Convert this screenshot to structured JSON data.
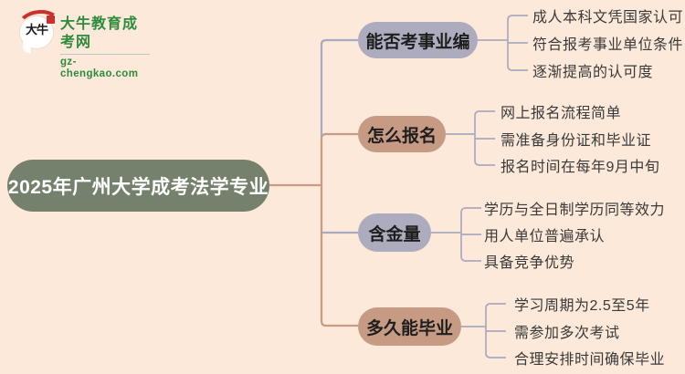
{
  "logo": {
    "icon_text": "大牛",
    "site_name": "大牛教育成考网",
    "site_url": "gz-chengkao.com"
  },
  "main_topic": {
    "label": "2025年广州大学成考法学专业"
  },
  "branches": [
    {
      "label": "能否考事业编",
      "theme": "gray",
      "leaves": [
        "成人本科文凭国家认可",
        "符合报考事业单位条件",
        "逐渐提高的认可度"
      ]
    },
    {
      "label": "怎么报名",
      "theme": "tan",
      "leaves": [
        "网上报名流程简单",
        "需准备身份证和毕业证",
        "报名时间在每年9月中旬"
      ]
    },
    {
      "label": "含金量",
      "theme": "gray",
      "leaves": [
        "学历与全日制学历同等效力",
        "用人单位普遍承认",
        "具备竞争优势"
      ]
    },
    {
      "label": "多久能毕业",
      "theme": "tan",
      "leaves": [
        "学习周期为2.5至5年",
        "需参加多次考试",
        "合理安排时间确保毕业"
      ]
    }
  ],
  "colors": {
    "background": "#FCE9D9",
    "root_node": "#75816C",
    "branch_gray": "#ACACBE",
    "branch_tan": "#C79B83",
    "line_tan": "#C89C82",
    "line_gray": "#A9A9BF",
    "logo_green": "#2E8B3C",
    "logo_red": "#C9302E",
    "leaf_text": "#3A3A3A"
  }
}
